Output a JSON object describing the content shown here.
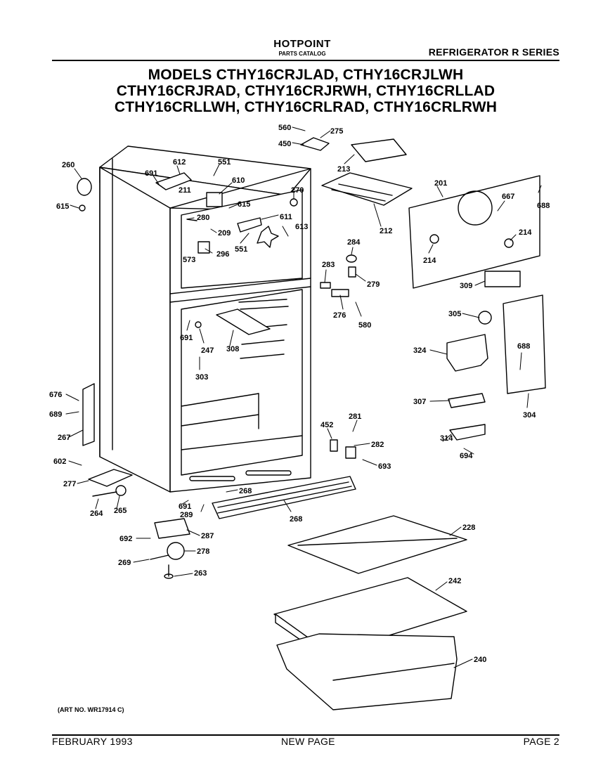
{
  "header": {
    "brand": "HOTPOINT",
    "catalog": "PARTS CATALOG",
    "series": "REFRIGERATOR R SERIES"
  },
  "models": {
    "line1": "MODELS CTHY16CRJLAD, CTHY16CRJLWH",
    "line2": "CTHY16CRJRAD, CTHY16CRJRWH, CTHY16CRLLAD",
    "line3": "CTHY16CRLLWH, CTHY16CRLRAD, CTHY16CRLRWH"
  },
  "part_labels": [
    "560",
    "275",
    "450",
    "213",
    "260",
    "612",
    "551",
    "691",
    "610",
    "615",
    "211",
    "270",
    "615",
    "611",
    "280",
    "209",
    "613",
    "573",
    "296",
    "551",
    "201",
    "667",
    "688",
    "212",
    "214",
    "214",
    "284",
    "283",
    "279",
    "276",
    "580",
    "309",
    "305",
    "691",
    "247",
    "308",
    "324",
    "303",
    "688",
    "676",
    "689",
    "267",
    "307",
    "304",
    "452",
    "281",
    "282",
    "314",
    "694",
    "602",
    "693",
    "277",
    "268",
    "691",
    "289",
    "264",
    "265",
    "228",
    "268",
    "287",
    "692",
    "278",
    "269",
    "263",
    "242",
    "240"
  ],
  "footer": {
    "art_no": "(ART NO. WR17914 C)",
    "date": "FEBRUARY 1993",
    "note": "NEW PAGE",
    "page": "PAGE 2"
  }
}
